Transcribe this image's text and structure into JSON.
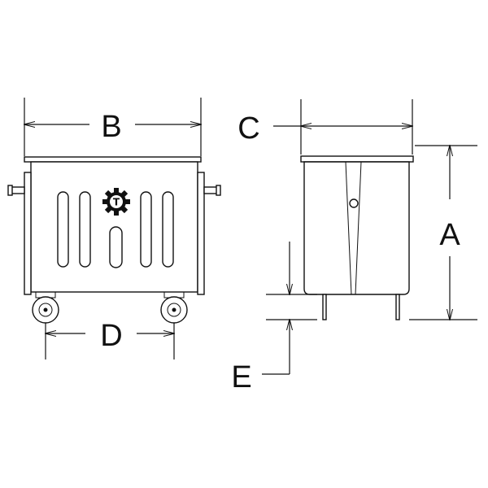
{
  "labels": {
    "a": "A",
    "b": "B",
    "c": "C",
    "d": "D",
    "e": "E"
  },
  "icons": {
    "logo": "gear-logo-icon",
    "logo_letter": "T"
  },
  "colors": {
    "line": "#111111",
    "background": "#ffffff"
  }
}
